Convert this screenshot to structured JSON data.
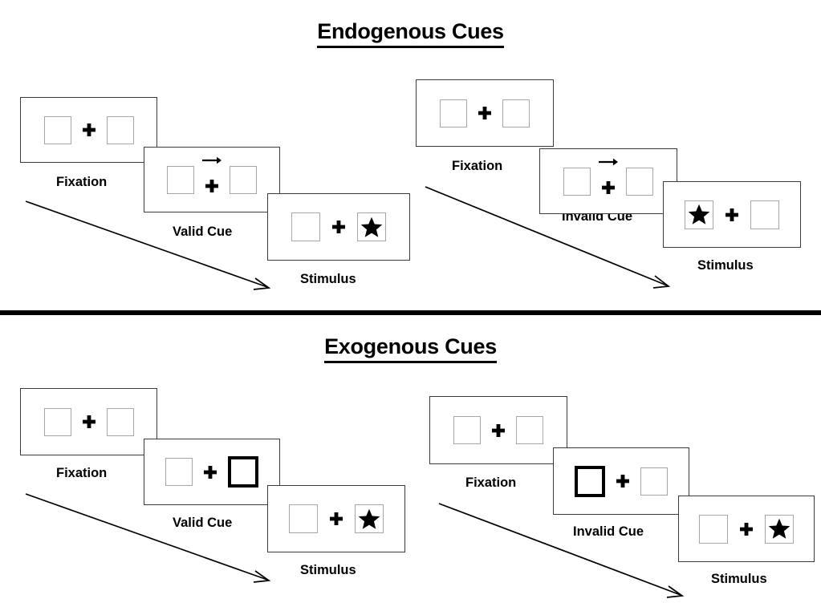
{
  "figure": {
    "kind": "posner-cueing-paradigm-diagram",
    "background_color": "#ffffff",
    "line_color": "#000000",
    "box_outline_color": "#a6a6a6",
    "highlight_color": "#000000"
  },
  "sections": [
    {
      "id": "endogenous",
      "title": "Endogenous Cues",
      "columns": [
        {
          "id": "endogenous-valid",
          "panels": [
            {
              "id": "endo-valid-fixation",
              "label": "Fixation",
              "left_box": "empty",
              "right_box": "empty",
              "center": "plus",
              "cue": "none"
            },
            {
              "id": "endo-valid-cue",
              "label": "Valid Cue",
              "left_box": "empty",
              "right_box": "empty",
              "center": "plus",
              "cue": "arrow-right"
            },
            {
              "id": "endo-valid-stimulus",
              "label": "Stimulus",
              "left_box": "empty",
              "right_box": "star",
              "center": "plus",
              "cue": "none"
            }
          ]
        },
        {
          "id": "endogenous-invalid",
          "panels": [
            {
              "id": "endo-invalid-fixation",
              "label": "Fixation",
              "left_box": "empty",
              "right_box": "empty",
              "center": "plus",
              "cue": "none"
            },
            {
              "id": "endo-invalid-cue",
              "label": "Invalid Cue",
              "left_box": "empty",
              "right_box": "empty",
              "center": "plus",
              "cue": "arrow-right"
            },
            {
              "id": "endo-invalid-stimulus",
              "label": "Stimulus",
              "left_box": "star",
              "right_box": "empty",
              "center": "plus",
              "cue": "none"
            }
          ]
        }
      ]
    },
    {
      "id": "exogenous",
      "title": "Exogenous Cues",
      "columns": [
        {
          "id": "exogenous-valid",
          "panels": [
            {
              "id": "exo-valid-fixation",
              "label": "Fixation",
              "left_box": "empty",
              "right_box": "empty",
              "center": "plus",
              "cue": "none"
            },
            {
              "id": "exo-valid-cue",
              "label": "Valid Cue",
              "left_box": "empty",
              "right_box": "highlighted",
              "center": "plus",
              "cue": "none"
            },
            {
              "id": "exo-valid-stimulus",
              "label": "Stimulus",
              "left_box": "empty",
              "right_box": "star",
              "center": "plus",
              "cue": "none"
            }
          ]
        },
        {
          "id": "exogenous-invalid",
          "panels": [
            {
              "id": "exo-invalid-fixation",
              "label": "Fixation",
              "left_box": "empty",
              "right_box": "empty",
              "center": "plus",
              "cue": "none"
            },
            {
              "id": "exo-invalid-cue",
              "label": "Invalid Cue",
              "left_box": "highlighted",
              "right_box": "empty",
              "center": "plus",
              "cue": "none"
            },
            {
              "id": "exo-invalid-stimulus",
              "label": "Stimulus",
              "left_box": "empty",
              "right_box": "star",
              "center": "plus",
              "cue": "none"
            }
          ]
        }
      ]
    }
  ],
  "labels": {
    "endogenous_title": "Endogenous Cues",
    "exogenous_title": "Exogenous Cues",
    "fixation": "Fixation",
    "valid_cue": "Valid Cue",
    "invalid_cue": "Invalid Cue",
    "stimulus": "Stimulus"
  }
}
